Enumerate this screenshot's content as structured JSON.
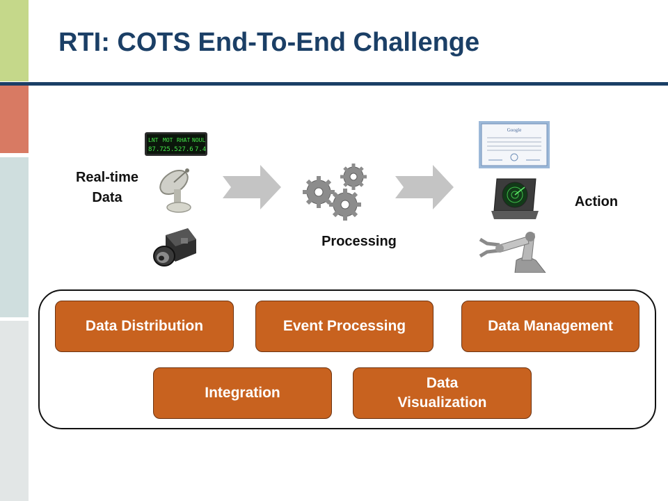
{
  "title": "RTI: COTS End-To-End Challenge",
  "sidebar_colors": [
    "#c5d88a",
    "#d87a63",
    "#cfdede",
    "#e2e6e6"
  ],
  "title_rule_color": "#1b3f66",
  "flow": {
    "input_label_line1": "Real-time",
    "input_label_line2": "Data",
    "processing_label": "Processing",
    "action_label": "Action",
    "display_panel": {
      "headers": [
        "LNT",
        "MOT",
        "RHAT",
        "NOUL"
      ],
      "values": [
        "87.7",
        "25.5",
        "27.6",
        "7.4"
      ]
    },
    "icons": [
      "led-display-icon",
      "satellite-dish-icon",
      "camera-icon",
      "arrow-icon",
      "gears-icon",
      "arrow-icon",
      "certificate-icon",
      "radar-screen-icon",
      "robot-arm-icon"
    ]
  },
  "capabilities": {
    "row1": [
      "Data Distribution",
      "Event Processing",
      "Data Management"
    ],
    "row2_integration": "Integration",
    "row2_visualization_line1": "Data",
    "row2_visualization_line2": "Visualization"
  },
  "box_color": "#c8621f"
}
